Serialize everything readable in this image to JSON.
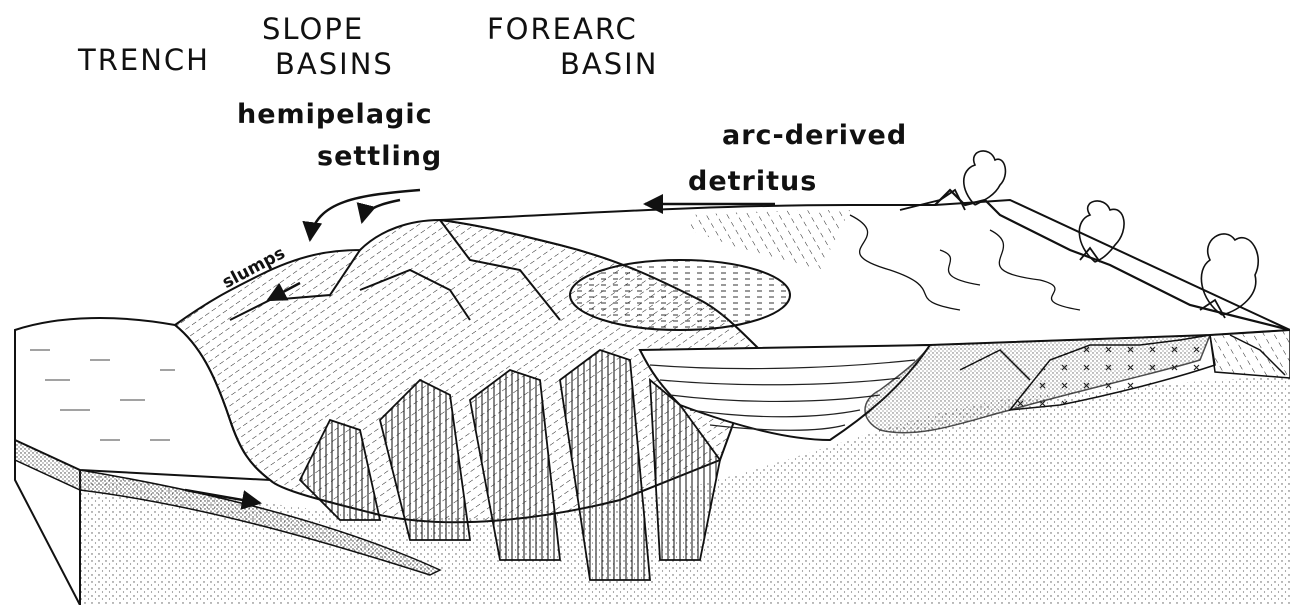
{
  "labels": {
    "trench": "TRENCH",
    "slope_basins": [
      "SLOPE",
      "BASINS"
    ],
    "forearc_basin": [
      "FOREARC",
      "BASIN"
    ],
    "hemipelagic_settling": [
      "hemipelagic",
      "settling"
    ],
    "arc_derived_detritus": [
      "arc-derived",
      "detritus"
    ],
    "slumps": "slumps"
  },
  "colors": {
    "ink": "#111111",
    "paper": "#ffffff",
    "stipple": "#555555",
    "crust_pattern": "#333333"
  }
}
